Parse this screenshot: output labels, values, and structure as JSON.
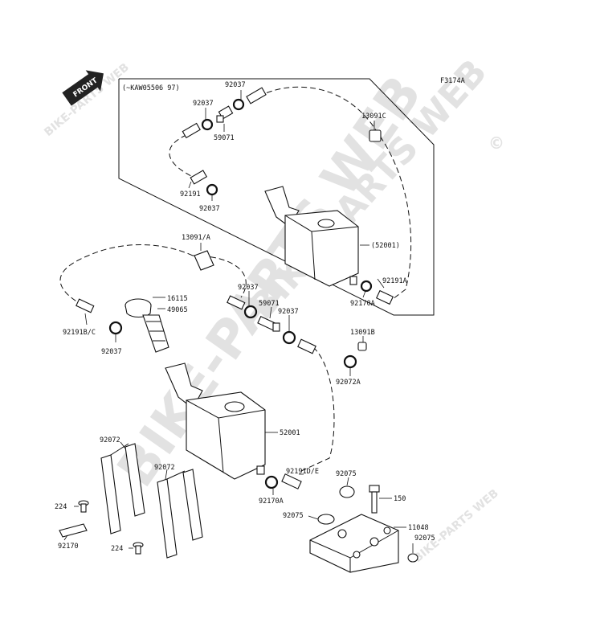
{
  "drawing_code": "F3174A",
  "front_label": "FRONT",
  "watermarks": {
    "main": "BIKE-PARTS WEB",
    "small": "BIKE-PARTS WEB",
    "copyright": "©"
  },
  "inset_note": "(~KAW05506 97)",
  "inset": {
    "clip_top_left": "92037",
    "clip_upper": "92037",
    "joint": "59071",
    "clamp": "13091C",
    "hose": "92191",
    "clip_bottom": "92037",
    "tank": "(52001)",
    "hose_bottom": "92191A",
    "clip_bottom_right": "92170A"
  },
  "main": {
    "clamp": "13091/A",
    "cap": "16115",
    "filter": "49065",
    "hose_left": "92191B/C",
    "clip_left": "92037",
    "clip_center": "92037",
    "joint": "59071",
    "clip_right": "92037",
    "clamp_small": "13091B",
    "clip_far_right": "92072A",
    "tank": "52001",
    "hose_lower": "92191D/E",
    "clip_lower": "92170A",
    "band_left": "92072",
    "band_right": "92072",
    "bolt_upper": "224",
    "bolt_lower": "224",
    "pad_left": "92170",
    "grommet_upper": "92075",
    "grommet_left": "92075",
    "grommet_right": "92075",
    "bolt_bracket": "150",
    "bracket": "11048"
  }
}
